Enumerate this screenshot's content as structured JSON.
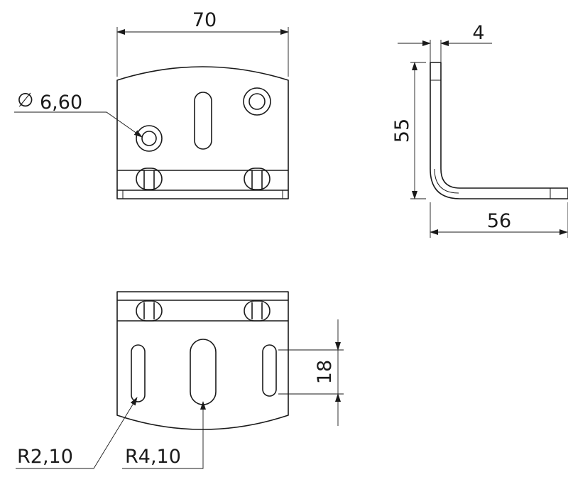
{
  "dimensions": {
    "width_top": "70",
    "hole_diameter": "6,60",
    "thickness": "4",
    "height_side": "55",
    "depth_side": "56",
    "slot_length": "18",
    "slot_radius_small": "R2,10",
    "slot_radius_large": "R4,10"
  },
  "symbols": {
    "diameter": "∅"
  },
  "colors": {
    "line": "#1a1a1a",
    "background": "#ffffff"
  }
}
